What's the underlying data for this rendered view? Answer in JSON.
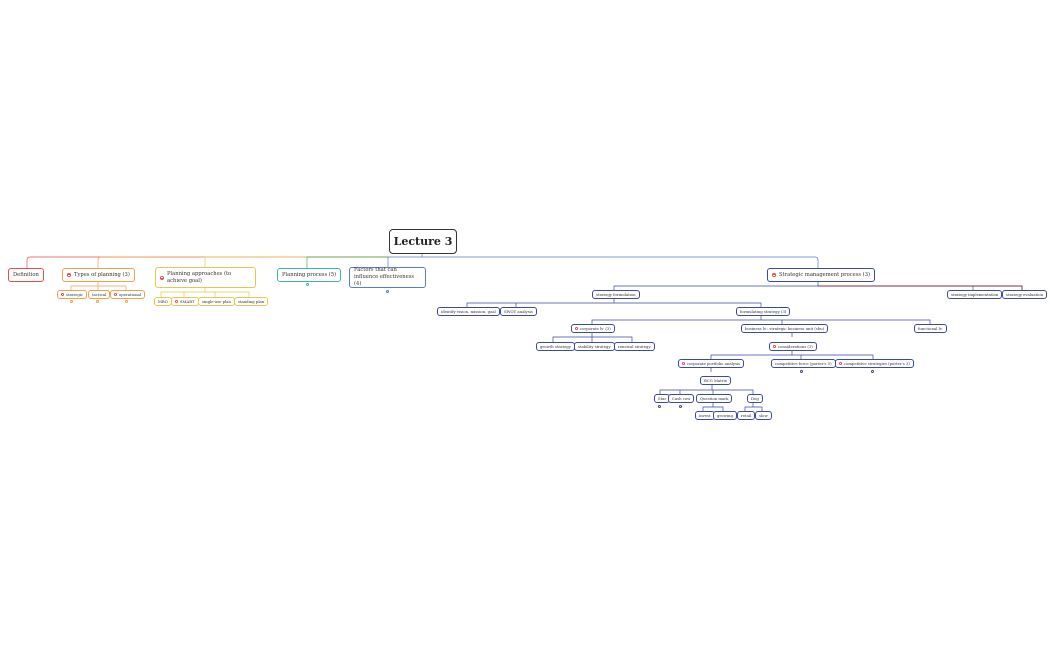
{
  "root": {
    "label": "Lecture 3"
  },
  "colors": {
    "red": "#e84a4a",
    "orange": "#f0a04a",
    "yellow": "#e8c84a",
    "green": "#4ab04a",
    "teal": "#3ab8b0",
    "blue": "#5a7ad8",
    "navy": "#3a4aa8",
    "dark_red": "#8a1a1a"
  },
  "branches": {
    "definition": {
      "label": "Definition"
    },
    "types_of_planning": {
      "label": "Types of planning (3)",
      "children": [
        "strategic",
        "tactical",
        "operational"
      ]
    },
    "planning_approaches": {
      "label": "Planning approaches (to achieve goal)",
      "children": [
        "MBO",
        "SMART",
        "single-use plan",
        "standing plan"
      ]
    },
    "planning_process": {
      "label": "Planning process (5)"
    },
    "factors": {
      "label": "Factors that can influence effectiveness (4)"
    },
    "strategic_management": {
      "label": "Strategic management process (3)",
      "strategy_formulation": {
        "label": "strategy formulation",
        "children": [
          "identify vision, mission, goal",
          "SWOT analysis"
        ]
      },
      "formulating_strategy": {
        "label": "formulating strategy (3)"
      },
      "corporate": {
        "label": "corporate lv. (3)",
        "children": [
          "growth strategy",
          "stability strategy",
          "renewal strategy"
        ]
      },
      "business": {
        "label": "business lv.: strategic business unit (sbu)"
      },
      "functional": {
        "label": "functional lv."
      },
      "considerations": {
        "label": "considerations (3)"
      },
      "portfolio": {
        "label": "corporate portfolio analysis"
      },
      "competitive_forces": {
        "label": "competitive force (porter's 5)"
      },
      "competitive_strategies": {
        "label": "competitive strategies (porter's 3)"
      },
      "bcg": {
        "label": "BCG Matrix",
        "children": [
          "Star",
          "Cash cow",
          "Question mark",
          "Dog"
        ]
      },
      "question_children": [
        "invest",
        "growing"
      ],
      "dog_children": [
        "retail",
        "slow"
      ],
      "implementation": {
        "label": "strategy implementation"
      },
      "evaluation": {
        "label": "strategy evaluation"
      }
    }
  }
}
